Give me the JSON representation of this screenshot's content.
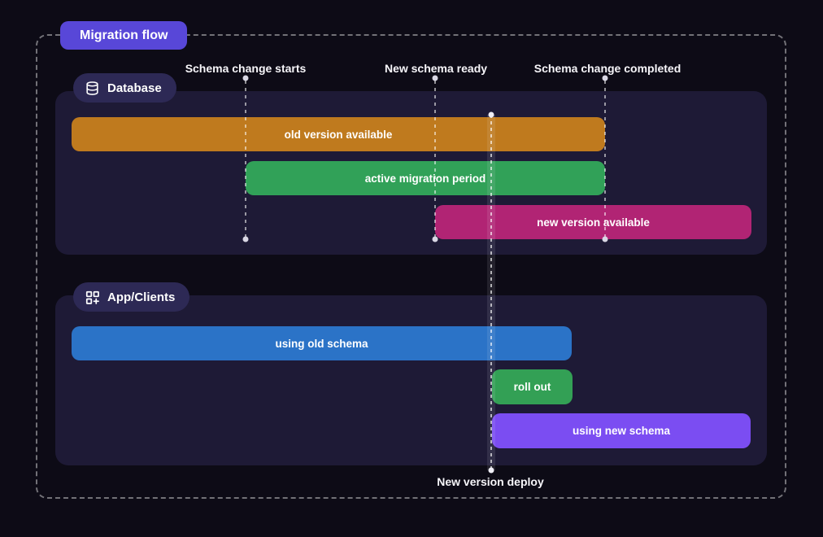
{
  "title": "Migration flow",
  "milestones": [
    {
      "label": "Schema change starts"
    },
    {
      "label": "New schema ready"
    },
    {
      "label": "Schema change completed"
    }
  ],
  "deploy": {
    "label": "New version deploy"
  },
  "sections": [
    {
      "label": "Database",
      "icon": "database-icon",
      "bars": [
        {
          "label": "old version available",
          "color": "#BF7A1E"
        },
        {
          "label": "active migration period",
          "color": "#31A158"
        },
        {
          "label": "new version available",
          "color": "#B12474"
        }
      ]
    },
    {
      "label": "App/Clients",
      "icon": "apps-plus-icon",
      "bars": [
        {
          "label": "using old schema",
          "color": "#2B73C7"
        },
        {
          "label": "roll out",
          "color": "#33A055"
        },
        {
          "label": "using new schema",
          "color": "#7B4DF2"
        }
      ]
    }
  ],
  "colors": {
    "background": "#0D0B16",
    "panel": "#1E1A36",
    "section_pill": "#2D2955",
    "title_badge": "#5847D8",
    "dashed_lines": "rgba(255,255,255,0.5)"
  }
}
